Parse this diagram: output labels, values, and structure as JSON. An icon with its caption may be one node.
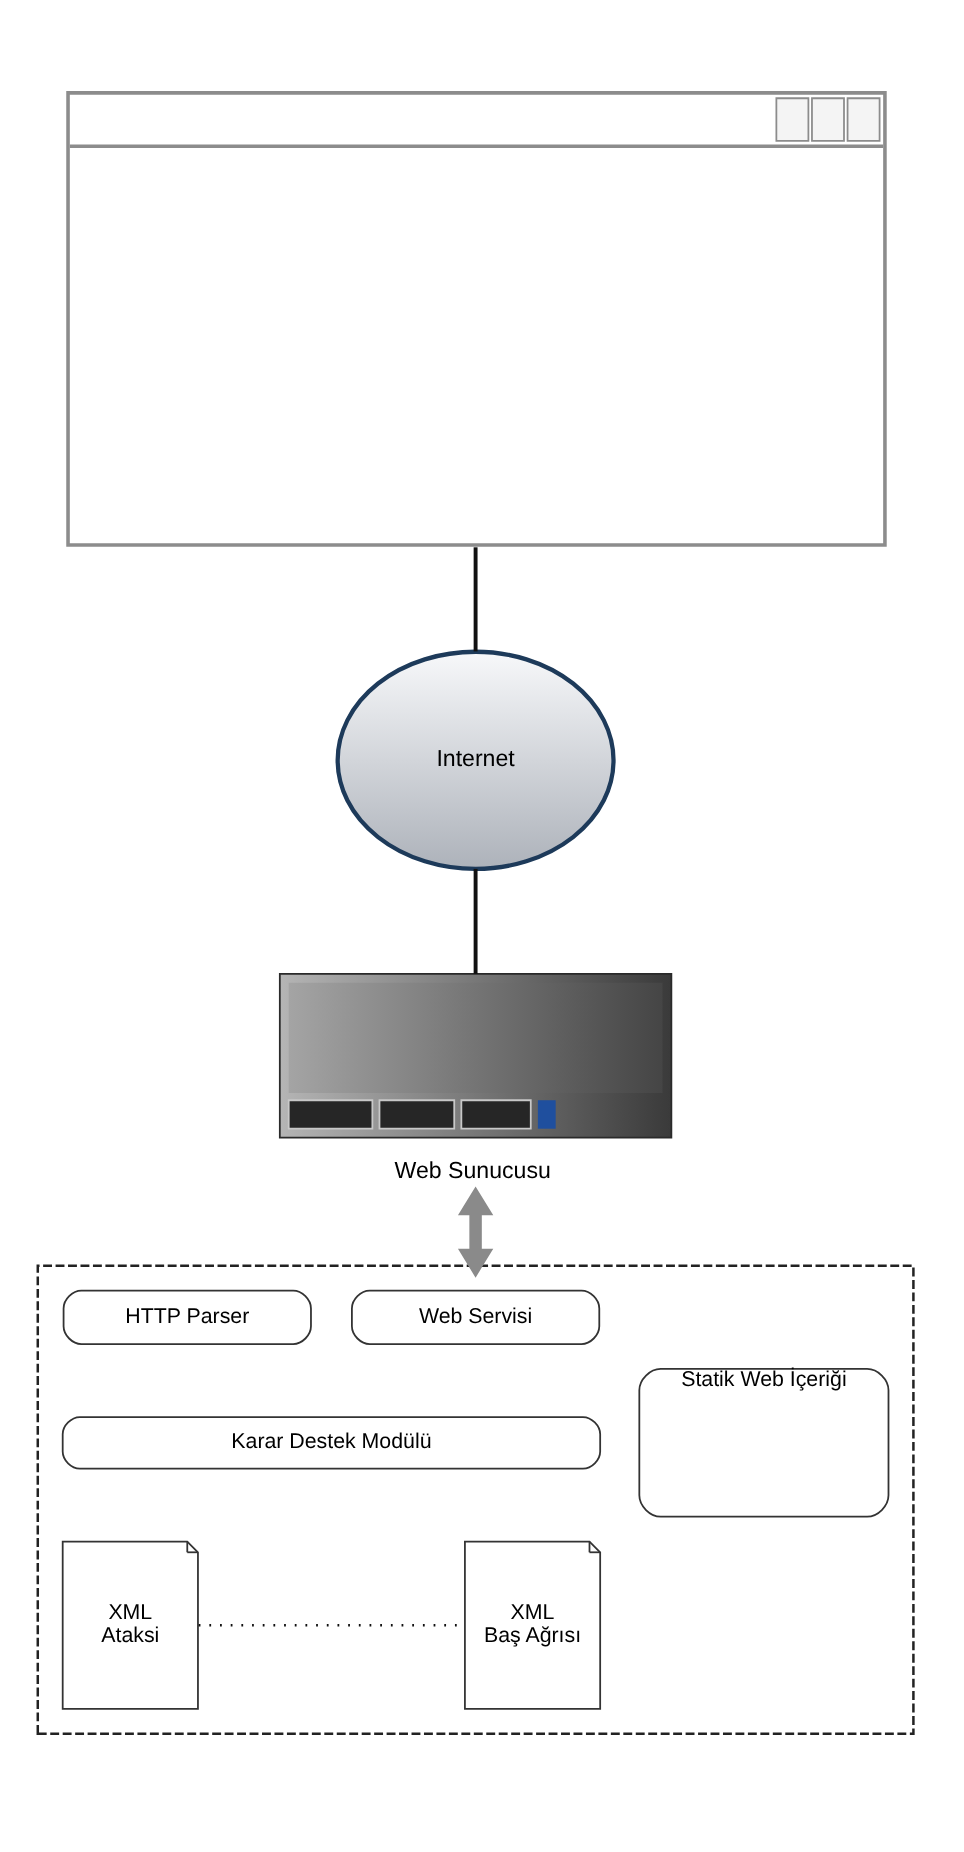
{
  "diagram": {
    "nodes": [
      {
        "text": [],
        "shape": "box"
      },
      {
        "text": [
          "Internet"
        ]
      },
      {
        "text": [],
        "shape": "picture",
        "beside": [
          "Web Sunucusu"
        ]
      },
      {
        "text": [],
        "shape": "box"
      },
      {
        "text": [
          "HTTP Parser"
        ],
        "in": 3
      },
      {
        "text": [
          "Web Servisi"
        ],
        "in": 3
      },
      {
        "text": [
          "Statik Web İçeriği"
        ],
        "in": 3
      },
      {
        "text": [
          "Karar Destek Modülü"
        ],
        "in": 3
      },
      {
        "text": [
          "XML Ataksi"
        ],
        "in": 3
      },
      {
        "text": [
          "XML Baş Ağrısı"
        ],
        "in": 3
      }
    ],
    "edges": [
      {
        "from": 0,
        "to": 1,
        "arrow": "none"
      },
      {
        "from": 1,
        "to": 2,
        "arrow": "none"
      },
      {
        "from": 2,
        "to": 3,
        "arrow": "both",
        "style": "thick",
        "color": "#8a8a8a"
      },
      {
        "from": 8,
        "to": 9,
        "arrow": "none",
        "style": "dashed"
      }
    ]
  }
}
